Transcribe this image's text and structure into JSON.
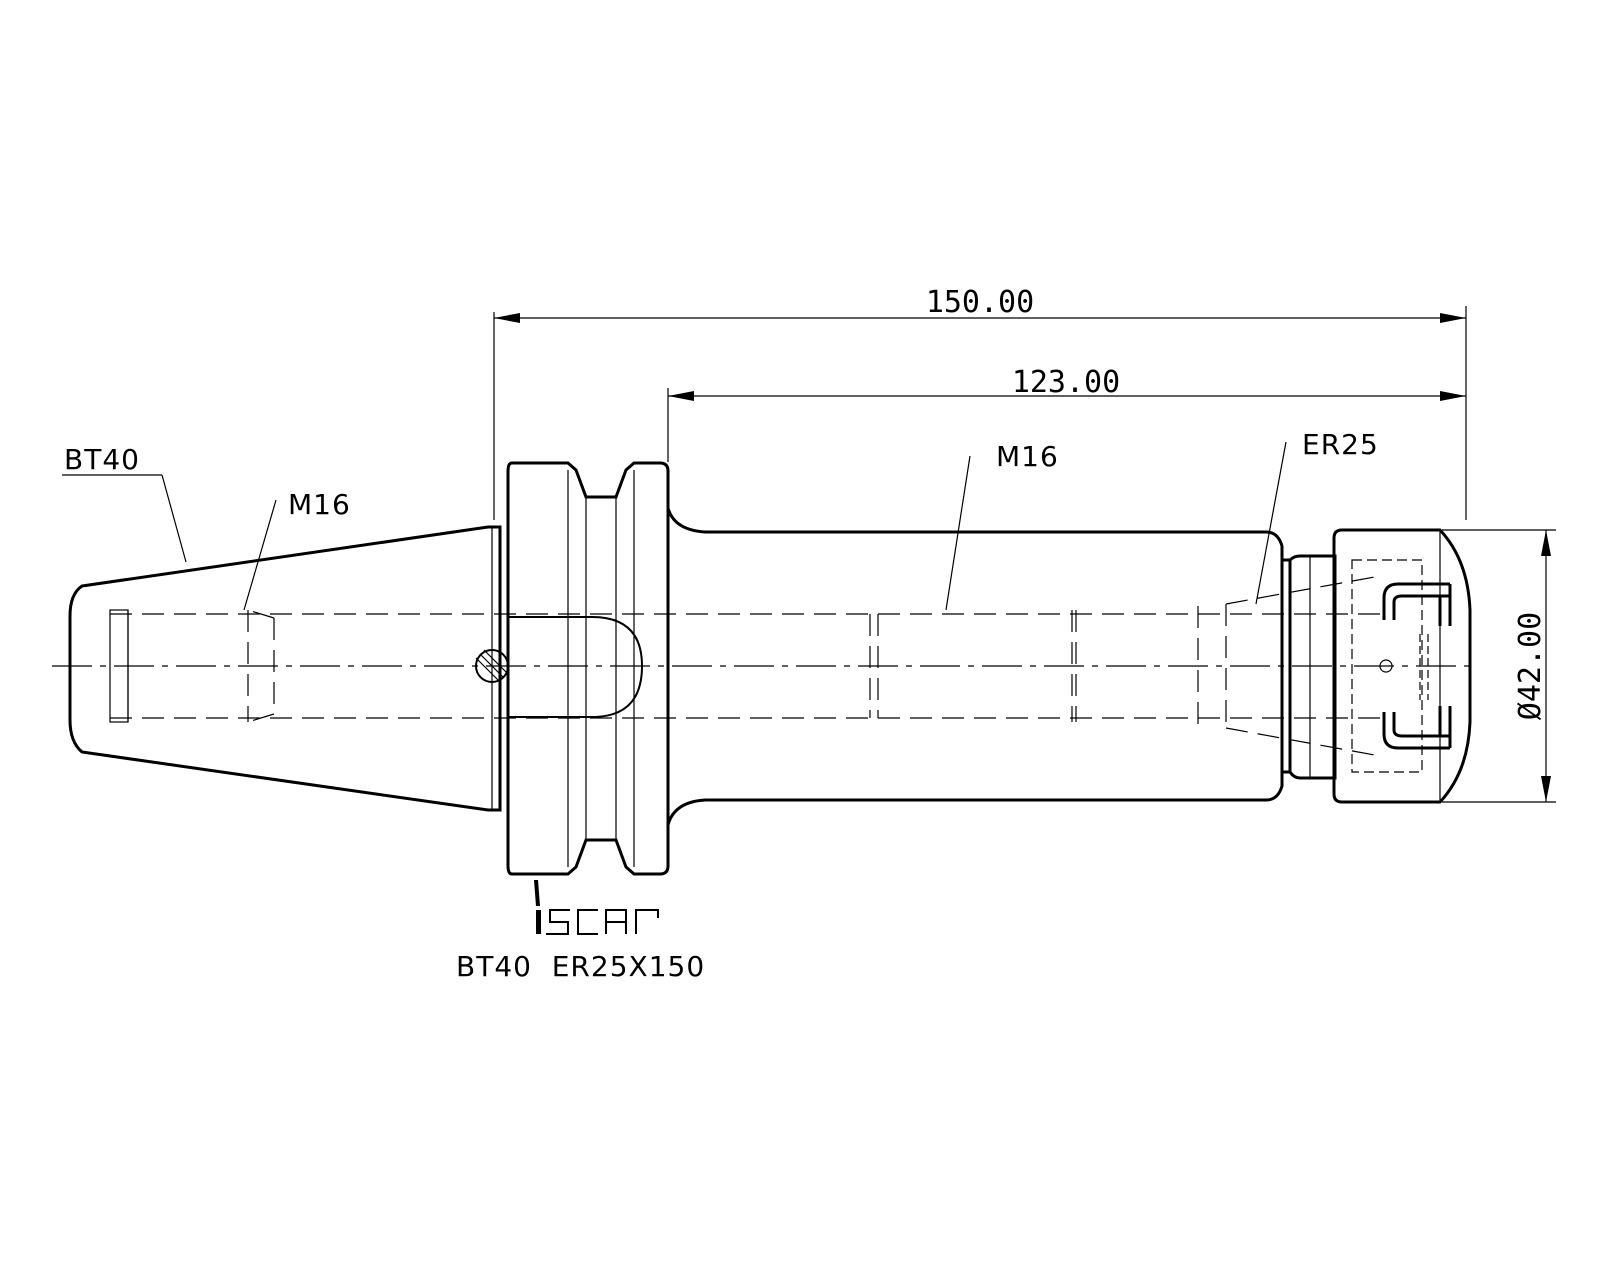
{
  "drawing": {
    "labels": {
      "taper": "BT40",
      "thread_left": "M16",
      "thread_right": "M16",
      "collet": "ER25"
    },
    "dimensions": {
      "overall_length": "150.00",
      "gauge_length": "123.00",
      "diameter": "Ø42.00"
    },
    "logo": "iscar",
    "designation": "BT40  ER25X150"
  }
}
